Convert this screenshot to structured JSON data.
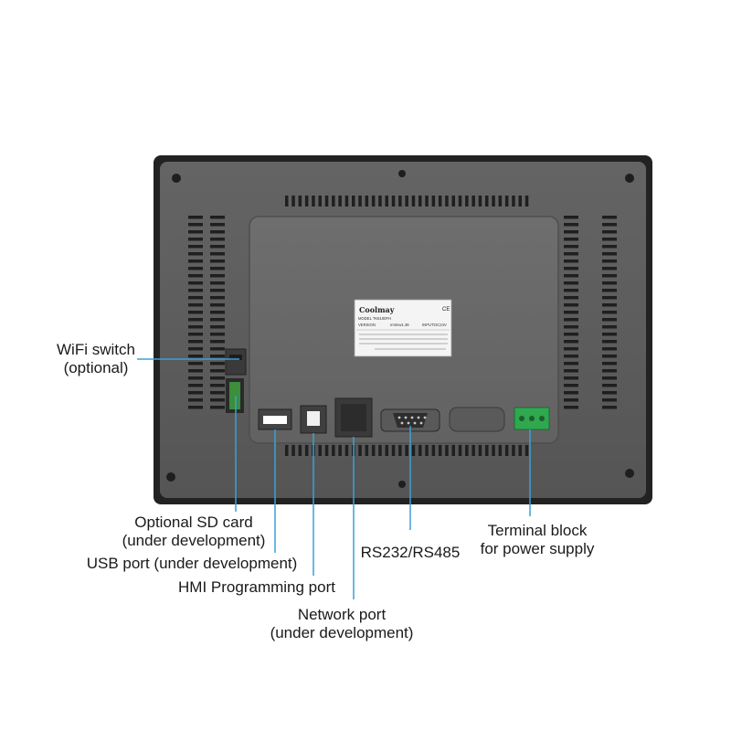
{
  "device": {
    "label": {
      "brand": "Coolmay",
      "model": "MODEL TK6100FH",
      "version": "VERSION",
      "firmware": "mView1.38",
      "input": "INPUT:DC24V"
    }
  },
  "callouts": {
    "wifi_switch": [
      "WiFi switch",
      "(optional)"
    ],
    "sd_card": [
      "Optional SD card",
      "(under development)"
    ],
    "usb_port": "USB port (under development)",
    "hmi_port": "HMI Programming port",
    "network_port": [
      "Network port",
      "(under development)"
    ],
    "serial_port": "RS232/RS485",
    "terminal_block": [
      "Terminal block",
      "for power supply"
    ]
  },
  "colors": {
    "leader_line": "#3aa0d8",
    "case_outer": "#2b2b2b",
    "case_inner": "#5c5c5c",
    "panel": "#6a6a6a",
    "terminal": "#2fa84f"
  }
}
